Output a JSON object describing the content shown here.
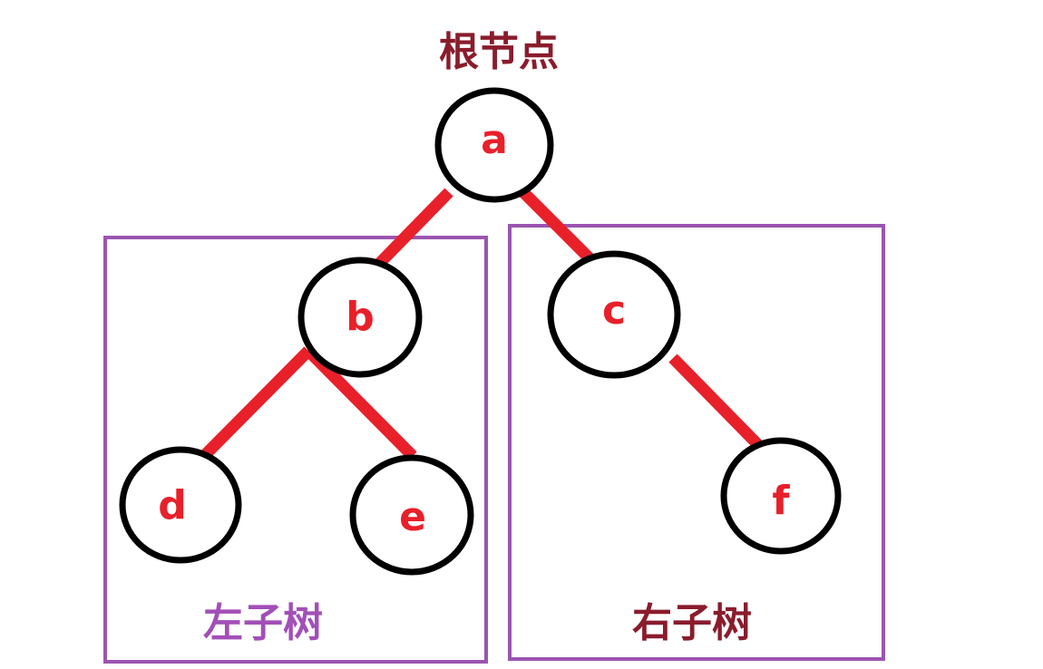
{
  "labels": {
    "root": "根节点",
    "left_subtree": "左子树",
    "right_subtree": "右子树"
  },
  "nodes": {
    "a": "a",
    "b": "b",
    "c": "c",
    "d": "d",
    "e": "e",
    "f": "f"
  },
  "colors": {
    "edge": "#e8202a",
    "node_text": "#e8202a",
    "node_stroke": "#000000",
    "box": "#9b55b0",
    "root_label": "#8a1c2c",
    "left_label": "#a24fb8",
    "right_label": "#8a1c2c"
  }
}
